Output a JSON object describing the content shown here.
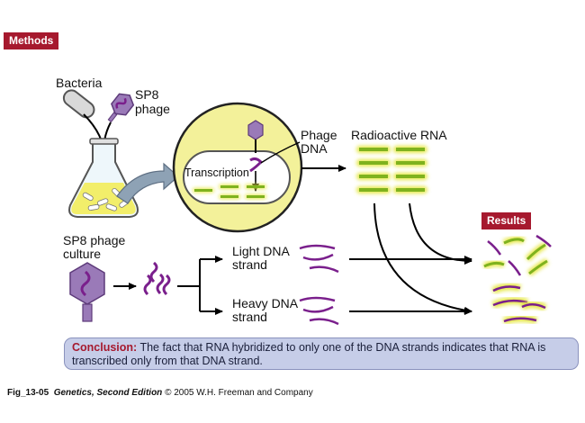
{
  "header": {
    "methods_label": "Methods",
    "results_label": "Results"
  },
  "labels": {
    "bacteria": "Bacteria",
    "sp8_phage_line1": "SP8",
    "sp8_phage_line2": "phage",
    "phage_dna_line1": "Phage",
    "phage_dna_line2": "DNA",
    "transcription": "Transcription",
    "radioactive_rna": "Radioactive RNA",
    "sp8_culture_line1": "SP8 phage",
    "sp8_culture_line2": "culture",
    "light_dna_line1": "Light DNA",
    "light_dna_line2": "strand",
    "heavy_dna_line1": "Heavy DNA",
    "heavy_dna_line2": "strand"
  },
  "conclusion": {
    "heading": "Conclusion:",
    "text": "The fact that RNA hybridized to only one of the DNA strands indicates that RNA is transcribed only from that DNA strand."
  },
  "footer": {
    "fig_id": "Fig_13-05",
    "book_title": "Genetics, Second Edition",
    "credit": "© 2005 W.H. Freeman and Company"
  },
  "colors": {
    "badge": "#a6192e",
    "rna_yellow": "#e6e84a",
    "rna_core": "#7fb21e",
    "dna_purple": "#7a1f8c",
    "phage_purple": "#9a7ab8",
    "cell_fill": "#f3f19a",
    "flask_liquid": "#f2ee6a",
    "conclusion_fill": "#c6cde8"
  }
}
